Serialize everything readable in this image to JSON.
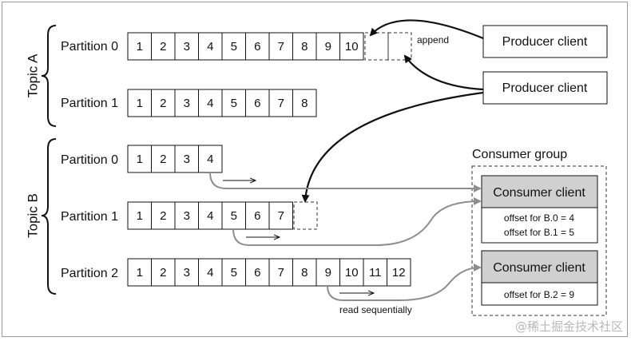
{
  "topics": [
    {
      "name": "Topic A",
      "partitions": [
        {
          "label": "Partition 0",
          "cells": [
            "1",
            "2",
            "3",
            "4",
            "5",
            "6",
            "7",
            "8",
            "9",
            "10"
          ]
        },
        {
          "label": "Partition 1",
          "cells": [
            "1",
            "2",
            "3",
            "4",
            "5",
            "6",
            "7",
            "8"
          ]
        }
      ]
    },
    {
      "name": "Topic B",
      "partitions": [
        {
          "label": "Partition 0",
          "cells": [
            "1",
            "2",
            "3",
            "4"
          ]
        },
        {
          "label": "Partition 1",
          "cells": [
            "1",
            "2",
            "3",
            "4",
            "5",
            "6",
            "7"
          ]
        },
        {
          "label": "Partition 2",
          "cells": [
            "1",
            "2",
            "3",
            "4",
            "5",
            "6",
            "7",
            "8",
            "9",
            "10",
            "11",
            "12"
          ]
        }
      ]
    }
  ],
  "producers": [
    {
      "label": "Producer client"
    },
    {
      "label": "Producer client"
    }
  ],
  "append_label": "append",
  "consumer_group": {
    "title": "Consumer group",
    "consumers": [
      {
        "label": "Consumer client",
        "offsets": [
          "offset for B.0 = 4",
          "offset for B.1 = 5"
        ]
      },
      {
        "label": "Consumer client",
        "offsets": [
          "offset for B.2 = 9"
        ]
      }
    ]
  },
  "read_label": "read sequentially",
  "watermark": "@稀土掘金技术社区",
  "colors": {
    "consumer_fill": "#d0d0d0",
    "gray_arrow": "#8e8e8e",
    "black_arrow": "#111111"
  }
}
